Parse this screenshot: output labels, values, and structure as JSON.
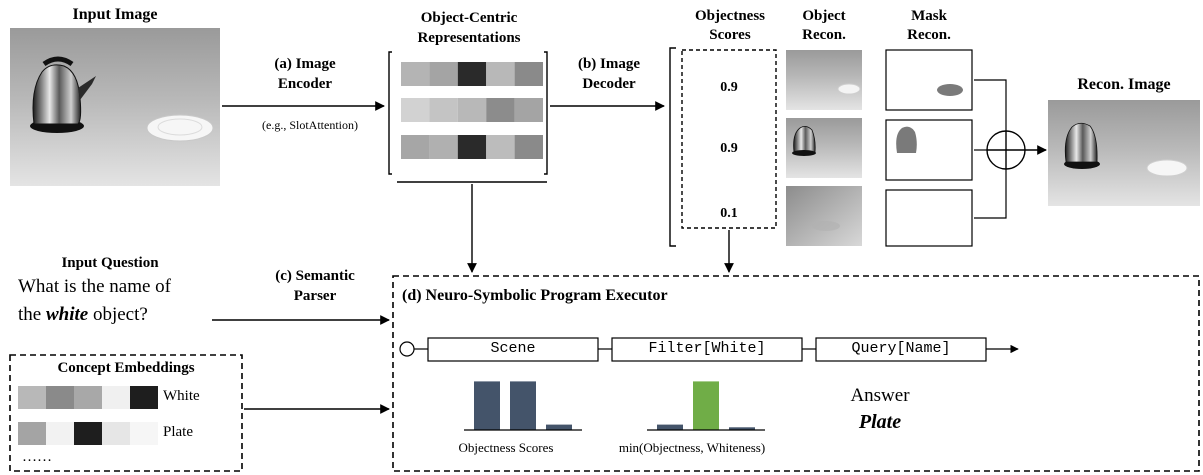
{
  "input_image": {
    "title": "Input Image"
  },
  "encoder": {
    "line1": "(a) Image",
    "line2": "Encoder",
    "note": "(e.g., SlotAttention)"
  },
  "ocr": {
    "line1": "Object-Centric",
    "line2": "Representations",
    "rows": [
      [
        "#b4b4b4",
        "#a4a4a4",
        "#2a2a2a",
        "#b8b8b8",
        "#8a8a8a"
      ],
      [
        "#d2d2d2",
        "#c4c4c4",
        "#b8b8b8",
        "#8c8c8c",
        "#a4a4a4"
      ],
      [
        "#a6a6a6",
        "#b0b0b0",
        "#2a2a2a",
        "#bcbcbc",
        "#8a8a8a"
      ]
    ]
  },
  "decoder": {
    "line1": "(b) Image",
    "line2": "Decoder"
  },
  "objectness": {
    "line1": "Objectness",
    "line2": "Scores",
    "values": [
      "0.9",
      "0.9",
      "0.1"
    ]
  },
  "object_recon": {
    "line1": "Object",
    "line2": "Recon."
  },
  "mask_recon": {
    "line1": "Mask",
    "line2": "Recon."
  },
  "recon_image": {
    "title": "Recon. Image"
  },
  "question": {
    "title": "Input Question",
    "line1": "What is the name of",
    "line2_pre": "the ",
    "line2_em": "white",
    "line2_post": " object?"
  },
  "parser": {
    "line1": "(c) Semantic",
    "line2": "Parser"
  },
  "concepts": {
    "title": "Concept Embeddings",
    "ellipsis": "……",
    "items": [
      {
        "label": "White",
        "cells": [
          "#b8b8b8",
          "#8a8a8a",
          "#a8a8a8",
          "#f0f0f0",
          "#1e1e1e"
        ]
      },
      {
        "label": "Plate",
        "cells": [
          "#a4a4a4",
          "#f2f2f2",
          "#1e1e1e",
          "#e6e6e6",
          "#f6f6f6"
        ]
      }
    ]
  },
  "executor": {
    "title": "(d) Neuro-Symbolic Program Executor",
    "program": [
      "Scene",
      "Filter[White]",
      "Query[Name]"
    ],
    "answer_label": "Answer",
    "answer_value": "Plate"
  },
  "bars_objectness": {
    "caption": "Objectness Scores",
    "values": [
      0.9,
      0.9,
      0.1
    ],
    "colors": [
      "#44546a",
      "#44546a",
      "#44546a"
    ]
  },
  "bars_min": {
    "caption": "min(Objectness, Whiteness)",
    "values": [
      0.1,
      0.9,
      0.05
    ],
    "colors": [
      "#44546a",
      "#70ad47",
      "#44546a"
    ]
  },
  "colors": {
    "dark_bar": "#44546a",
    "green_bar": "#70ad47",
    "mask_blob": "#7a7a7a"
  }
}
